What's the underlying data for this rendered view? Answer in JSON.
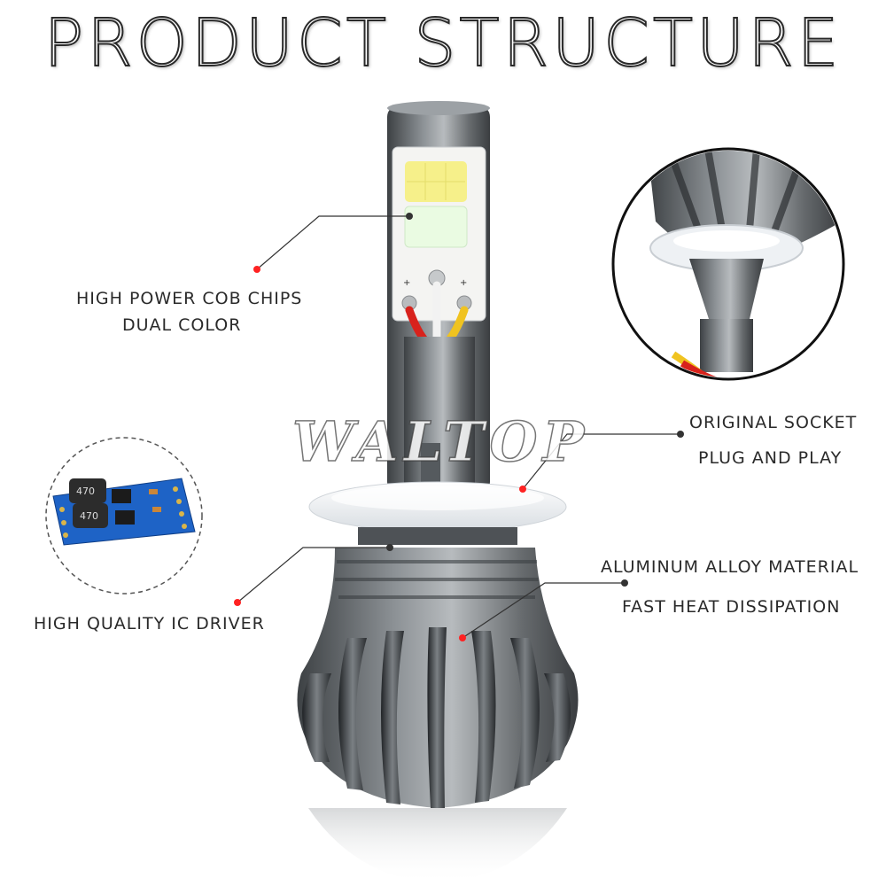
{
  "title": "PRODUCT STRUCTURE",
  "watermark": "WALTOP",
  "callouts": {
    "cob_line1": "HIGH POWER COB CHIPS",
    "cob_line2": "DUAL COLOR",
    "socket_line1": "ORIGINAL SOCKET",
    "socket_line2": "PLUG AND PLAY",
    "alloy_line1": "ALUMINUM ALLOY MATERIAL",
    "alloy_line2": "FAST HEAT DISSIPATION",
    "driver_line1": "HIGH QUALITY IC DRIVER"
  },
  "driver_chip_text": "470",
  "colors": {
    "marker_red": "#ff2222",
    "body_gray": "#6b7073",
    "chip_yellow": "#f6f08a",
    "chip_white": "#f2fbe8",
    "pcb_blue": "#1e63c6"
  }
}
